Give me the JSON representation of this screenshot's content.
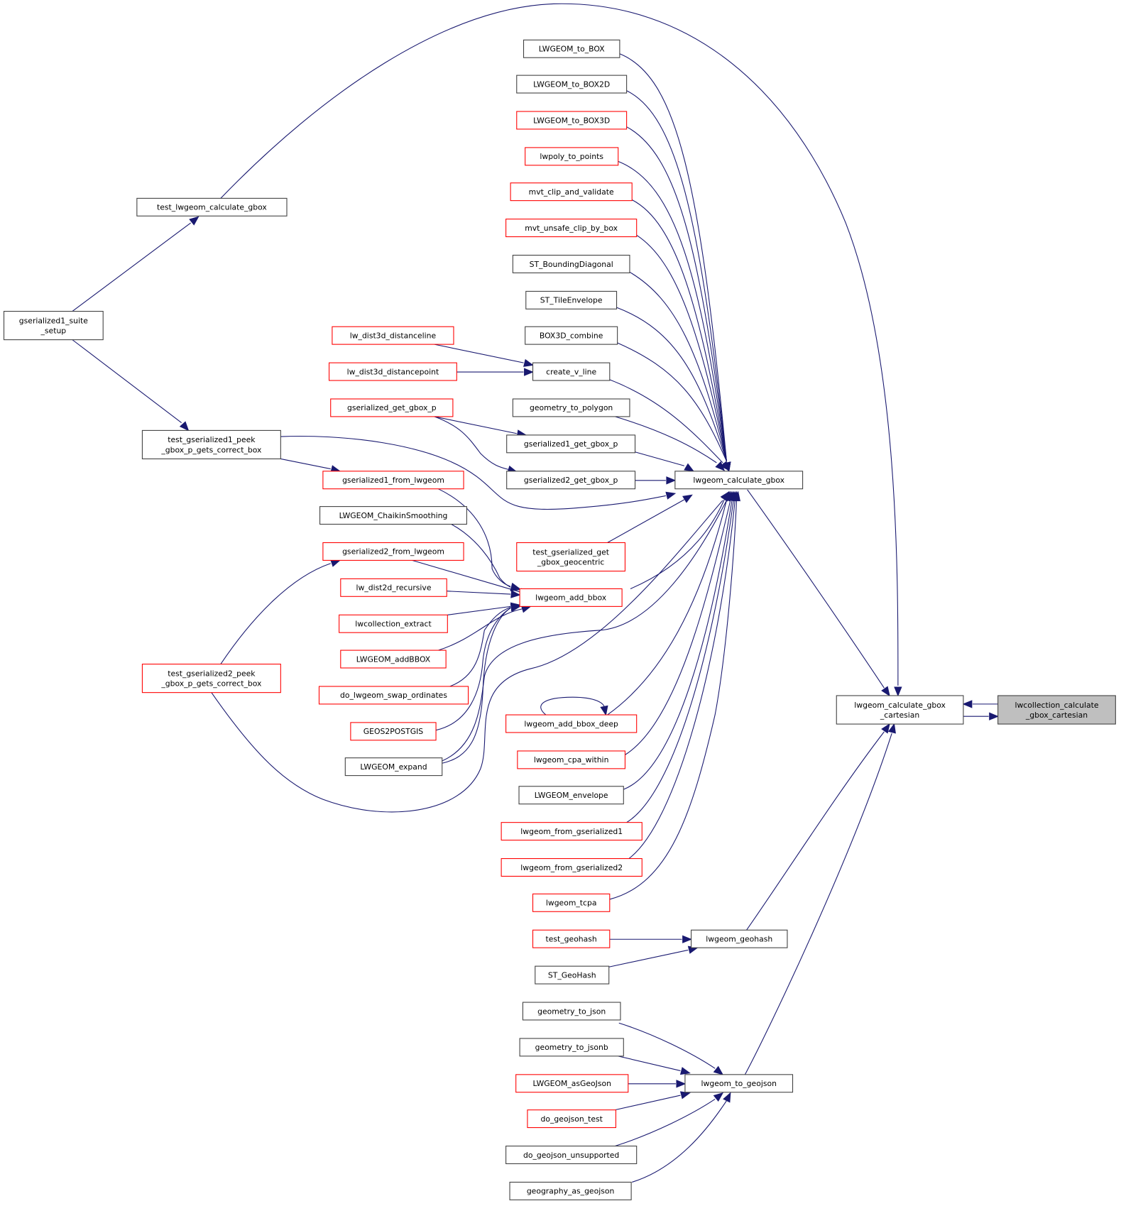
{
  "diagram": {
    "type": "doxygen-caller-graph",
    "colors": {
      "edge": "#191970",
      "node_border_documented": "#404040",
      "node_border_truncated": "#ff0000",
      "focus_fill": "#bfbfbf",
      "background": "#ffffff"
    },
    "focus_node": "lwcollection_calculate_gbox_cartesian",
    "nodes": [
      {
        "id": "n_focus",
        "lines": [
          "lwcollection_calculate",
          "_gbox_cartesian"
        ],
        "style": "focus"
      },
      {
        "id": "n_cart",
        "lines": [
          "lwgeom_calculate_gbox",
          "_cartesian"
        ],
        "style": "black"
      },
      {
        "id": "n_calc",
        "lines": [
          "lwgeom_calculate_gbox"
        ],
        "style": "black"
      },
      {
        "id": "n_geohash",
        "lines": [
          "lwgeom_geohash"
        ],
        "style": "black"
      },
      {
        "id": "n_togeojson",
        "lines": [
          "lwgeom_to_geojson"
        ],
        "style": "black"
      },
      {
        "id": "n_test_calc",
        "lines": [
          "test_lwgeom_calculate_gbox"
        ],
        "style": "black"
      },
      {
        "id": "n_suite",
        "lines": [
          "gserialized1_suite",
          "_setup"
        ],
        "style": "black"
      },
      {
        "id": "n_peek1",
        "lines": [
          "test_gserialized1_peek",
          "_gbox_p_gets_correct_box"
        ],
        "style": "black"
      },
      {
        "id": "n_peek2",
        "lines": [
          "test_gserialized2_peek",
          "_gbox_p_gets_correct_box"
        ],
        "style": "red"
      },
      {
        "id": "n_tobox",
        "lines": [
          "LWGEOM_to_BOX"
        ],
        "style": "black"
      },
      {
        "id": "n_tobox2d",
        "lines": [
          "LWGEOM_to_BOX2D"
        ],
        "style": "black"
      },
      {
        "id": "n_tobox3d",
        "lines": [
          "LWGEOM_to_BOX3D"
        ],
        "style": "red"
      },
      {
        "id": "n_polypts",
        "lines": [
          "lwpoly_to_points"
        ],
        "style": "red"
      },
      {
        "id": "n_mvtclip",
        "lines": [
          "mvt_clip_and_validate"
        ],
        "style": "red"
      },
      {
        "id": "n_mvtunsafe",
        "lines": [
          "mvt_unsafe_clip_by_box"
        ],
        "style": "red"
      },
      {
        "id": "n_bounddiag",
        "lines": [
          "ST_BoundingDiagonal"
        ],
        "style": "black"
      },
      {
        "id": "n_tileenv",
        "lines": [
          "ST_TileEnvelope"
        ],
        "style": "black"
      },
      {
        "id": "n_box3dcomb",
        "lines": [
          "BOX3D_combine"
        ],
        "style": "black"
      },
      {
        "id": "n_dl",
        "lines": [
          "lw_dist3d_distanceline"
        ],
        "style": "red"
      },
      {
        "id": "n_dp",
        "lines": [
          "lw_dist3d_distancepoint"
        ],
        "style": "red"
      },
      {
        "id": "n_cvline",
        "lines": [
          "create_v_line"
        ],
        "style": "black"
      },
      {
        "id": "n_geomtopoly",
        "lines": [
          "geometry_to_polygon"
        ],
        "style": "black"
      },
      {
        "id": "n_ggbp",
        "lines": [
          "gserialized_get_gbox_p"
        ],
        "style": "red"
      },
      {
        "id": "n_g1gbp",
        "lines": [
          "gserialized1_get_gbox_p"
        ],
        "style": "black"
      },
      {
        "id": "n_g2gbp",
        "lines": [
          "gserialized2_get_gbox_p"
        ],
        "style": "black"
      },
      {
        "id": "n_g1from",
        "lines": [
          "gserialized1_from_lwgeom"
        ],
        "style": "red"
      },
      {
        "id": "n_chaikin",
        "lines": [
          "LWGEOM_ChaikinSmoothing"
        ],
        "style": "black"
      },
      {
        "id": "n_g2from",
        "lines": [
          "gserialized2_from_lwgeom"
        ],
        "style": "red"
      },
      {
        "id": "n_d2rec",
        "lines": [
          "lw_dist2d_recursive"
        ],
        "style": "red"
      },
      {
        "id": "n_collextract",
        "lines": [
          "lwcollection_extract"
        ],
        "style": "red"
      },
      {
        "id": "n_addbboxup",
        "lines": [
          "LWGEOM_addBBOX"
        ],
        "style": "red"
      },
      {
        "id": "n_swap",
        "lines": [
          "do_lwgeom_swap_ordinates"
        ],
        "style": "red"
      },
      {
        "id": "n_geos2pg",
        "lines": [
          "GEOS2POSTGIS"
        ],
        "style": "red"
      },
      {
        "id": "n_expand",
        "lines": [
          "LWGEOM_expand"
        ],
        "style": "black"
      },
      {
        "id": "n_testgeoc",
        "lines": [
          "test_gserialized_get",
          "_gbox_geocentric"
        ],
        "style": "red"
      },
      {
        "id": "n_addbbox",
        "lines": [
          "lwgeom_add_bbox"
        ],
        "style": "red"
      },
      {
        "id": "n_addbboxdeep",
        "lines": [
          "lwgeom_add_bbox_deep"
        ],
        "style": "red"
      },
      {
        "id": "n_cpawithin",
        "lines": [
          "lwgeom_cpa_within"
        ],
        "style": "red"
      },
      {
        "id": "n_envelope",
        "lines": [
          "LWGEOM_envelope"
        ],
        "style": "black"
      },
      {
        "id": "n_fromgs1",
        "lines": [
          "lwgeom_from_gserialized1"
        ],
        "style": "red"
      },
      {
        "id": "n_fromgs2",
        "lines": [
          "lwgeom_from_gserialized2"
        ],
        "style": "red"
      },
      {
        "id": "n_tcpa",
        "lines": [
          "lwgeom_tcpa"
        ],
        "style": "red"
      },
      {
        "id": "n_testgeohash",
        "lines": [
          "test_geohash"
        ],
        "style": "red"
      },
      {
        "id": "n_stgeohash",
        "lines": [
          "ST_GeoHash"
        ],
        "style": "black"
      },
      {
        "id": "n_geomjson",
        "lines": [
          "geometry_to_json"
        ],
        "style": "black"
      },
      {
        "id": "n_geomjsonb",
        "lines": [
          "geometry_to_jsonb"
        ],
        "style": "black"
      },
      {
        "id": "n_asgeojson",
        "lines": [
          "LWGEOM_asGeoJson"
        ],
        "style": "red"
      },
      {
        "id": "n_dogeojsontest",
        "lines": [
          "do_geojson_test"
        ],
        "style": "red"
      },
      {
        "id": "n_dogeojsonunsup",
        "lines": [
          "do_geojson_unsupported"
        ],
        "style": "black"
      },
      {
        "id": "n_geogasgeojson",
        "lines": [
          "geography_as_geojson"
        ],
        "style": "black"
      }
    ],
    "edges": [
      {
        "from": "n_cart",
        "to": "n_focus"
      },
      {
        "from": "n_focus",
        "to": "n_cart"
      },
      {
        "from": "n_calc",
        "to": "n_cart"
      },
      {
        "from": "n_geohash",
        "to": "n_cart"
      },
      {
        "from": "n_togeojson",
        "to": "n_cart"
      },
      {
        "from": "n_test_calc",
        "to": "n_cart"
      },
      {
        "from": "n_suite",
        "to": "n_test_calc"
      },
      {
        "from": "n_suite",
        "to": "n_peek1"
      },
      {
        "from": "n_peek1",
        "to": "n_calc"
      },
      {
        "from": "n_peek1",
        "to": "n_g1from"
      },
      {
        "from": "n_peek2",
        "to": "n_g2from"
      },
      {
        "from": "n_peek2",
        "to": "n_calc"
      },
      {
        "from": "n_tobox",
        "to": "n_calc"
      },
      {
        "from": "n_tobox2d",
        "to": "n_calc"
      },
      {
        "from": "n_tobox3d",
        "to": "n_calc"
      },
      {
        "from": "n_polypts",
        "to": "n_calc"
      },
      {
        "from": "n_mvtclip",
        "to": "n_calc"
      },
      {
        "from": "n_mvtunsafe",
        "to": "n_calc"
      },
      {
        "from": "n_bounddiag",
        "to": "n_calc"
      },
      {
        "from": "n_tileenv",
        "to": "n_calc"
      },
      {
        "from": "n_box3dcomb",
        "to": "n_calc"
      },
      {
        "from": "n_dl",
        "to": "n_cvline"
      },
      {
        "from": "n_dp",
        "to": "n_cvline"
      },
      {
        "from": "n_cvline",
        "to": "n_calc"
      },
      {
        "from": "n_geomtopoly",
        "to": "n_calc"
      },
      {
        "from": "n_ggbp",
        "to": "n_g1gbp"
      },
      {
        "from": "n_ggbp",
        "to": "n_g2gbp"
      },
      {
        "from": "n_g1gbp",
        "to": "n_calc"
      },
      {
        "from": "n_g2gbp",
        "to": "n_calc"
      },
      {
        "from": "n_g1from",
        "to": "n_addbbox"
      },
      {
        "from": "n_chaikin",
        "to": "n_addbbox"
      },
      {
        "from": "n_g2from",
        "to": "n_addbbox"
      },
      {
        "from": "n_d2rec",
        "to": "n_addbbox"
      },
      {
        "from": "n_collextract",
        "to": "n_addbbox"
      },
      {
        "from": "n_addbboxup",
        "to": "n_addbbox"
      },
      {
        "from": "n_swap",
        "to": "n_addbbox"
      },
      {
        "from": "n_geos2pg",
        "to": "n_addbbox"
      },
      {
        "from": "n_expand",
        "to": "n_addbbox"
      },
      {
        "from": "n_expand",
        "to": "n_calc"
      },
      {
        "from": "n_testgeoc",
        "to": "n_calc"
      },
      {
        "from": "n_addbbox",
        "to": "n_calc"
      },
      {
        "from": "n_addbboxdeep",
        "to": "n_calc"
      },
      {
        "from": "n_addbboxdeep",
        "to": "n_addbboxdeep"
      },
      {
        "from": "n_cpawithin",
        "to": "n_calc"
      },
      {
        "from": "n_envelope",
        "to": "n_calc"
      },
      {
        "from": "n_fromgs1",
        "to": "n_calc"
      },
      {
        "from": "n_fromgs2",
        "to": "n_calc"
      },
      {
        "from": "n_tcpa",
        "to": "n_calc"
      },
      {
        "from": "n_testgeohash",
        "to": "n_geohash"
      },
      {
        "from": "n_stgeohash",
        "to": "n_geohash"
      },
      {
        "from": "n_geomjson",
        "to": "n_togeojson"
      },
      {
        "from": "n_geomjsonb",
        "to": "n_togeojson"
      },
      {
        "from": "n_asgeojson",
        "to": "n_togeojson"
      },
      {
        "from": "n_dogeojsontest",
        "to": "n_togeojson"
      },
      {
        "from": "n_dogeojsonunsup",
        "to": "n_togeojson"
      },
      {
        "from": "n_geogasgeojson",
        "to": "n_togeojson"
      }
    ]
  }
}
